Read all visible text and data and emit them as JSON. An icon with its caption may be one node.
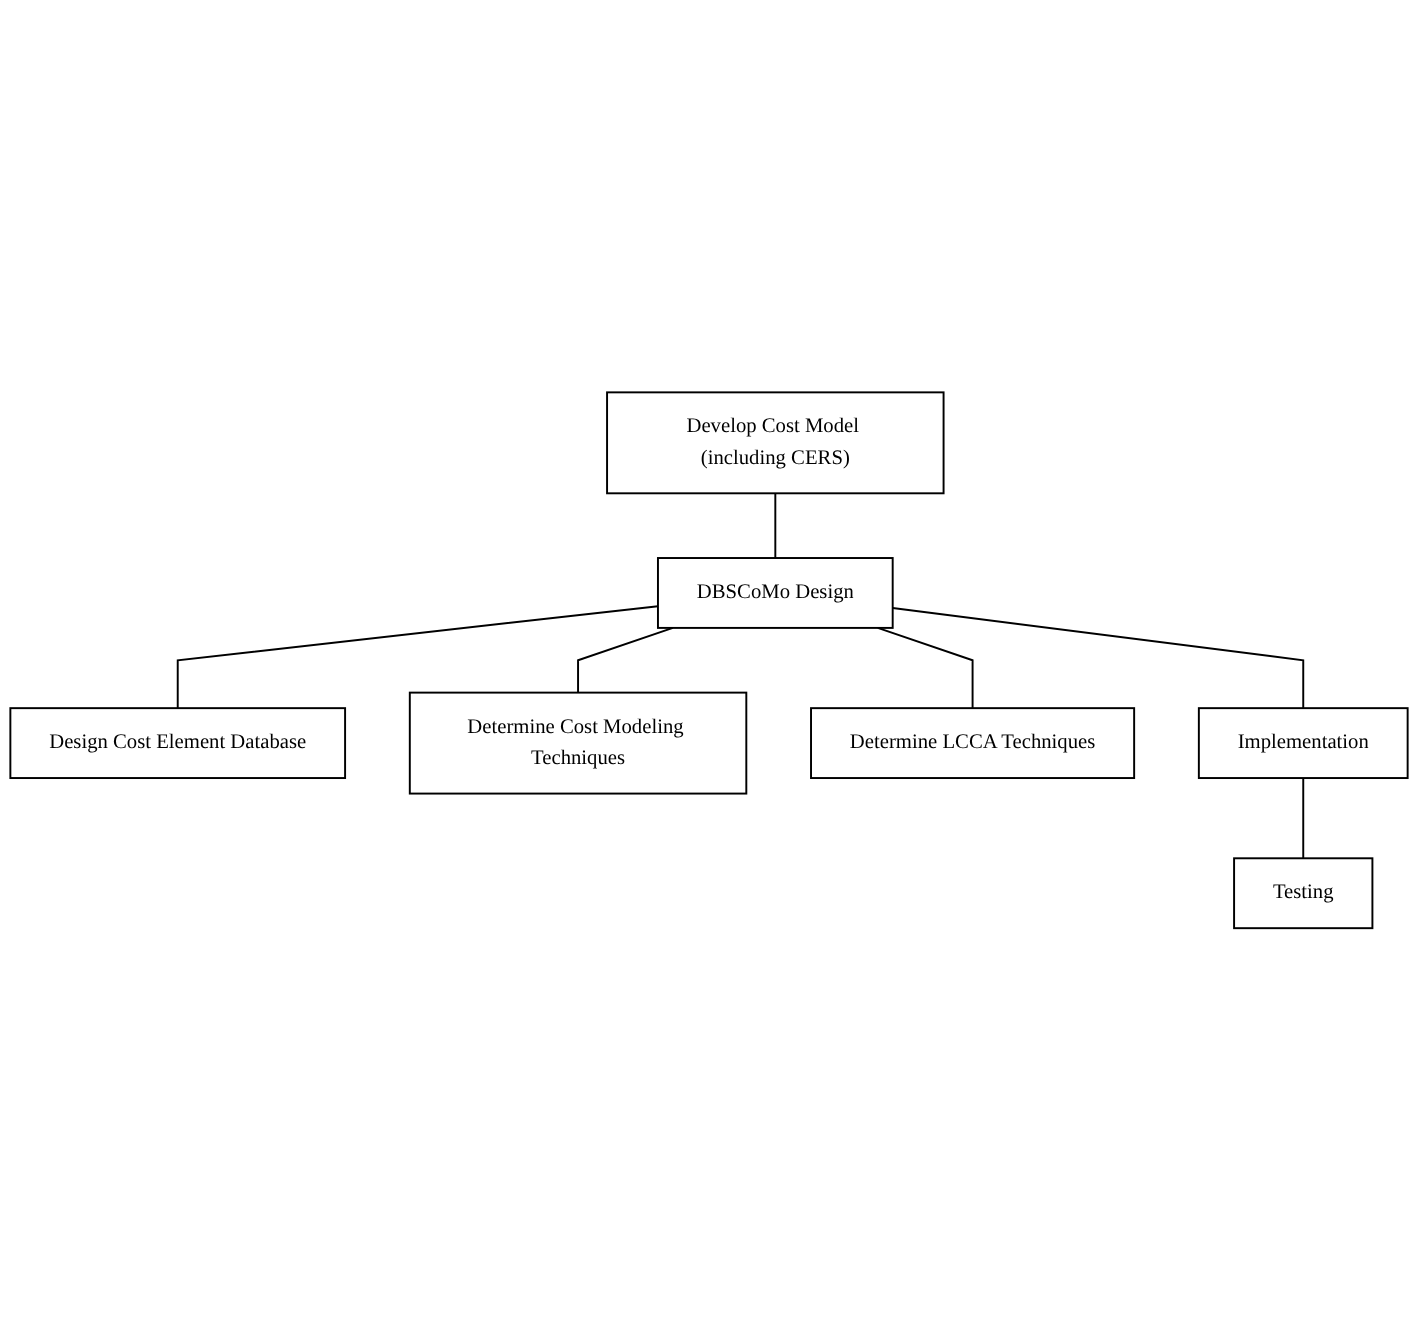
{
  "diagram": {
    "nodes": [
      {
        "text": [
          "Develop Cost Model (including CERS)"
        ]
      },
      {
        "text": [
          "DBSCoMo Design"
        ]
      },
      {
        "text": [
          "Design Cost Element Database"
        ]
      },
      {
        "text": [
          "Determine Cost Modeling Techniques"
        ]
      },
      {
        "text": [
          "Determine LCCA Techniques"
        ]
      },
      {
        "text": [
          "Implementation"
        ]
      },
      {
        "text": [
          "Testing"
        ]
      }
    ],
    "edges": [
      {
        "from": 0,
        "to": 1,
        "arrow": "none"
      },
      {
        "from": 1,
        "to": 2,
        "arrow": "none"
      },
      {
        "from": 1,
        "to": 3,
        "arrow": "none"
      },
      {
        "from": 1,
        "to": 4,
        "arrow": "none"
      },
      {
        "from": 1,
        "to": 5,
        "arrow": "none"
      },
      {
        "from": 5,
        "to": 6,
        "arrow": "none"
      }
    ]
  }
}
